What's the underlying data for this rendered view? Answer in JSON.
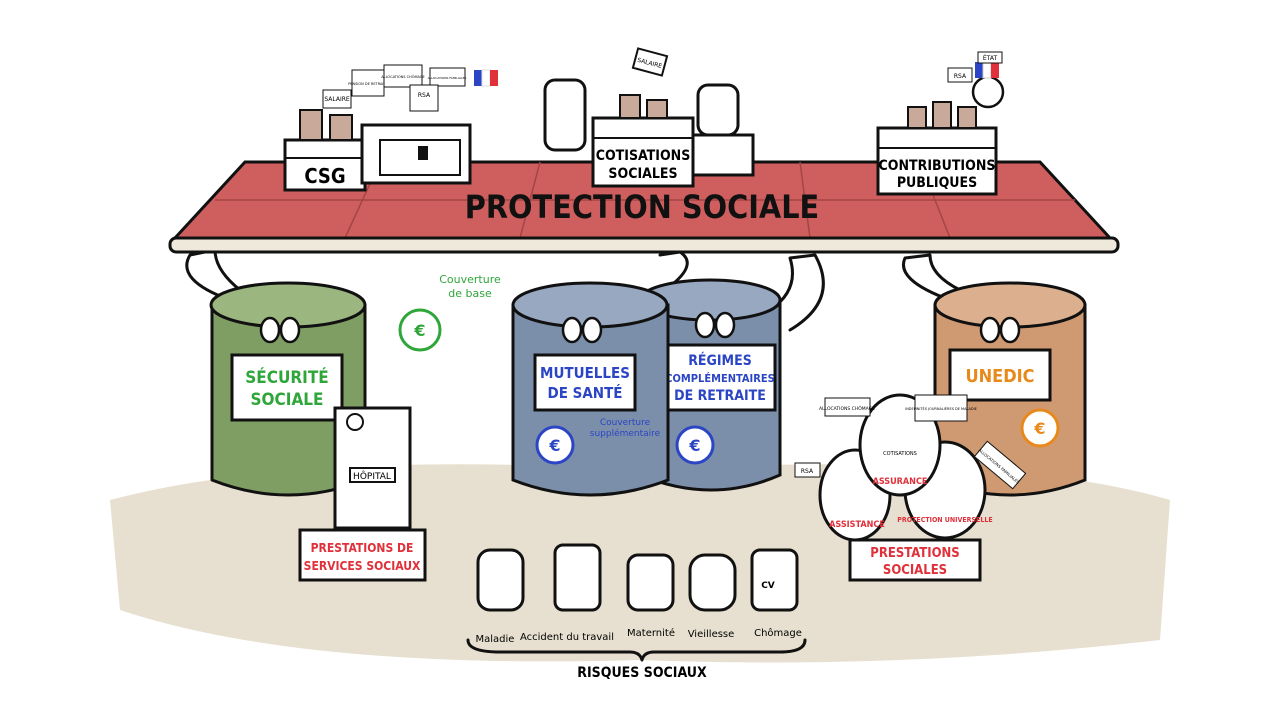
{
  "roof": {
    "title": "PROTECTION SOCIALE"
  },
  "funding": {
    "csg": "CSG",
    "cotisations": [
      "COTISATIONS",
      "SOCIALES"
    ],
    "contributions": [
      "CONTRIBUTIONS",
      "PUBLIQUES"
    ],
    "signs_left": [
      "SALAIRE",
      "PENSION DE RETRAITE",
      "ALLOCATIONS CHÔMAGE",
      "ALLOCATIONS FAMILIALES",
      "RSA"
    ],
    "sign_center": "SALAIRE",
    "signs_right": [
      "RSA",
      "ÉTAT"
    ]
  },
  "barrels": [
    {
      "label": [
        "SÉCURITÉ",
        "SOCIALE"
      ],
      "color": "#7f9e63",
      "label_color": "#2fa63a"
    },
    {
      "label": [
        "MUTUELLES",
        "DE SANTÉ"
      ],
      "color": "#7b8faa",
      "label_color": "#2b45c4"
    },
    {
      "label": [
        "RÉGIMES",
        "COMPLÉMENTAIRES",
        "DE RETRAITE"
      ],
      "color": "#7b8faa",
      "label_color": "#2b45c4"
    },
    {
      "label": [
        "UNEDIC"
      ],
      "color": "#cf9a72",
      "label_color": "#e8891c"
    }
  ],
  "annotations": {
    "couverture_base": [
      "Couverture",
      "de base"
    ],
    "couverture_supp": [
      "Couverture",
      "supplémentaire"
    ]
  },
  "services": {
    "hospital": "HÔPITAL",
    "label": [
      "PRESTATIONS DE",
      "SERVICES SOCIAUX"
    ]
  },
  "prestations": {
    "tags": [
      "ALLOCATIONS CHÔMAGE",
      "INDEMNITÉS JOURNALIÈRES DE MALADIE",
      "RSA",
      "ALLOCATIONS FAMILIALES"
    ],
    "bags": [
      "ASSURANCE",
      "ASSISTANCE",
      "PROTECTION UNIVERSELLE"
    ],
    "barrel_label": "COTISATIONS",
    "label": [
      "PRESTATIONS",
      "SOCIALES"
    ]
  },
  "risques": {
    "items": [
      "Maladie",
      "Accident du travail",
      "Maternité",
      "Vieillesse",
      "Chômage"
    ],
    "title": "RISQUES SOCIAUX",
    "cv": "CV"
  },
  "colors": {
    "roof": "#cf5f5f",
    "ground": "#e7e0d0",
    "red_text": "#e0303a",
    "green": "#2fa63a",
    "blue": "#2b45c4",
    "orange": "#e8891c"
  }
}
